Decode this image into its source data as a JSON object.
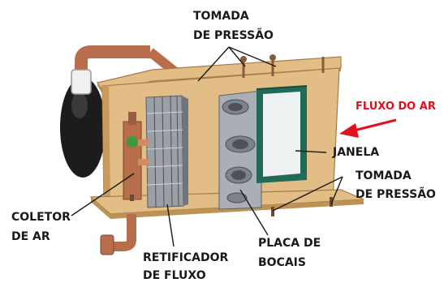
{
  "labels": {
    "tomada_top_1": "TOMADA",
    "tomada_top_2": "DE PRESSÃO",
    "fluxo_ar": "FLUXO DO AR",
    "janela": "JANELA",
    "tomada_right_1": "TOMADA",
    "tomada_right_2": "DE PRESSÃO",
    "coletor_1": "COLETOR",
    "coletor_2": "DE AR",
    "retificador_1": "RETIFICADOR",
    "retificador_2": "DE FLUXO",
    "placa_1": "PLACA DE",
    "placa_2": "BOCAIS"
  },
  "colors": {
    "wood": "#e2bd86",
    "wood_dark": "#bd9256",
    "copper": "#b86d4b",
    "arrow": "#e0111c",
    "window_frame": "#1f6b57",
    "metal": "#8e959c"
  }
}
